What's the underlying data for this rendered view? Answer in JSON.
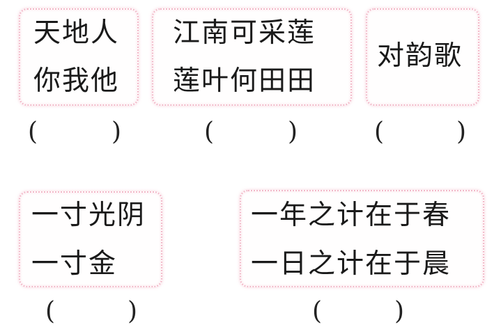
{
  "cards": [
    {
      "lines": [
        "天地人",
        "你我他"
      ],
      "paren_left": "(",
      "paren_right": ")"
    },
    {
      "lines": [
        "江南可采莲",
        "莲叶何田田"
      ],
      "paren_left": "(",
      "paren_right": ")"
    },
    {
      "lines": [
        "对韵歌"
      ],
      "paren_left": "(",
      "paren_right": ")"
    },
    {
      "lines": [
        "一寸光阴",
        "一寸金"
      ],
      "paren_left": "(",
      "paren_right": ")"
    },
    {
      "lines": [
        "一年之计在于春",
        "一日之计在于晨"
      ],
      "paren_left": "(",
      "paren_right": ")"
    }
  ]
}
